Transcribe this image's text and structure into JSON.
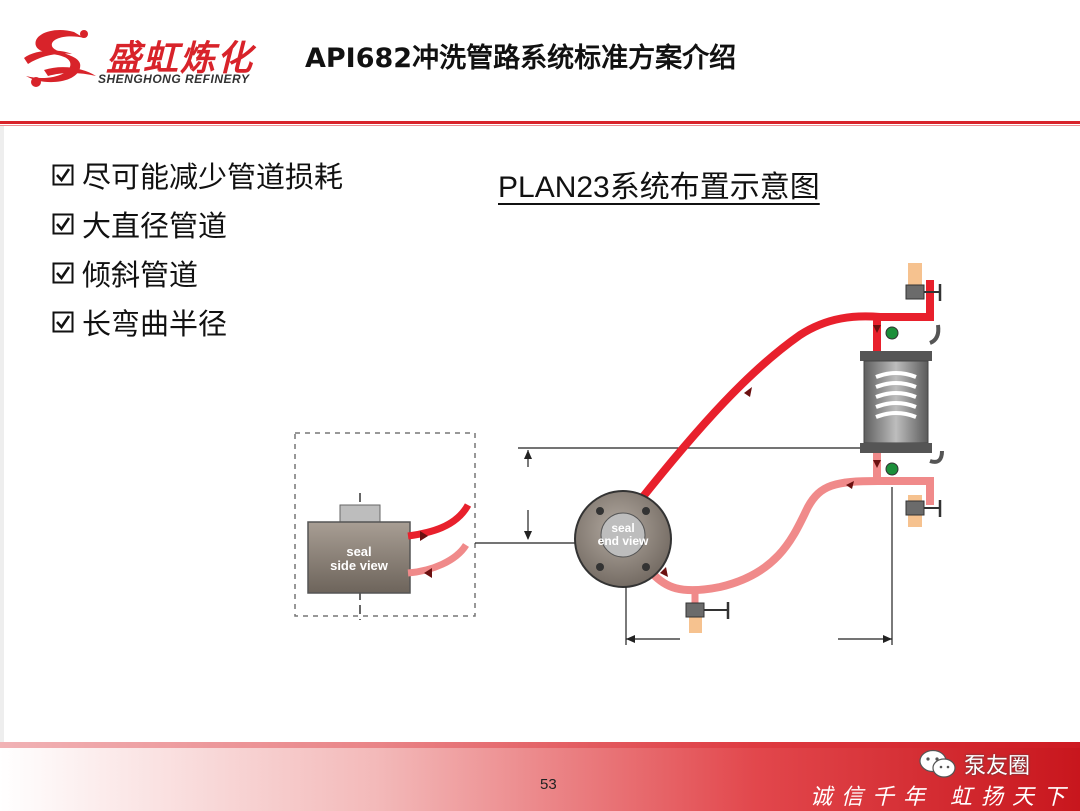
{
  "header": {
    "logo_cn": "盛虹炼化",
    "logo_en": "SHENGHONG REFINERY",
    "title": "API682冲洗管路系统标准方案介绍"
  },
  "checklist": [
    {
      "label": "尽可能减少管道损耗",
      "checked": true
    },
    {
      "label": "大直径管道",
      "checked": true
    },
    {
      "label": "倾斜管道",
      "checked": true
    },
    {
      "label": "长弯曲半径",
      "checked": true
    }
  ],
  "diagram": {
    "title": "PLAN23系统布置示意图",
    "side_view_label_1": "seal",
    "side_view_label_2": "side view",
    "end_view_label_1": "seal",
    "end_view_label_2": "end view"
  },
  "footer": {
    "page_number": "53",
    "watermark": "泵友圈",
    "slogan": "诚信千年 虹扬天下"
  },
  "colors": {
    "brand_red": "#d8232a",
    "hot_pipe": "#e8202c",
    "cool_pipe": "#f08a8a",
    "seal_body": "#8d8378"
  },
  "icons": [
    "shenghong-logo-icon",
    "checkbox-checked-icon",
    "valve-icon",
    "pressure-gauge-icon",
    "wechat-icon"
  ]
}
